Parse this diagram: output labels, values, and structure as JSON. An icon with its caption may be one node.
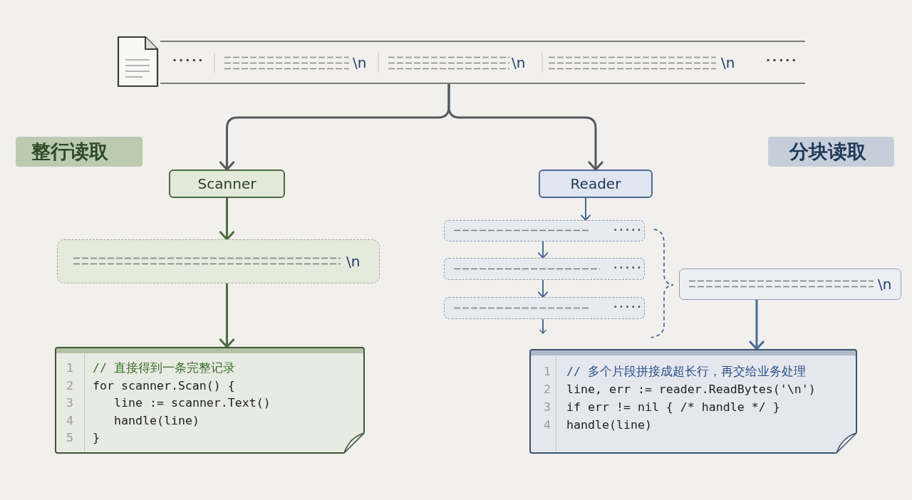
{
  "diagram": {
    "nodes": [
      {
        "text": [
          "·····",
          "\\n",
          "\\n",
          "\\n",
          "·····"
        ]
      },
      {
        "text": [
          "整行读取"
        ]
      },
      {
        "text": [
          "分块读取"
        ]
      },
      {
        "text": [
          "Scanner"
        ]
      },
      {
        "text": [
          "Reader"
        ]
      },
      {
        "text": [
          "\\n"
        ]
      },
      {
        "text": [
          "·····"
        ]
      },
      {
        "text": [
          "·····"
        ]
      },
      {
        "text": [
          "·····"
        ]
      },
      {
        "text": [
          "\\n"
        ]
      },
      {
        "text": [
          "1",
          "// 直接得到一条完整记录",
          "2",
          "for scanner.Scan() {",
          "3",
          "line := scanner.Text()",
          "4",
          "handle(line)",
          "5",
          "}"
        ]
      },
      {
        "text": [
          "1",
          "// 多个片段拼接成超长行，再交给业务处理",
          "2",
          "line, err := reader.ReadBytes('\\n')",
          "3",
          "if err != nil { /* handle */ }",
          "4",
          "handle(line)"
        ]
      }
    ],
    "edges": [
      {
        "from": 0,
        "to": 3,
        "arrow": "to",
        "color": "#55595e"
      },
      {
        "from": 0,
        "to": 4,
        "arrow": "to",
        "color": "#55595e"
      },
      {
        "from": 3,
        "to": 5,
        "arrow": "to",
        "color": "#4d6b44"
      },
      {
        "from": 5,
        "to": 10,
        "arrow": "to",
        "color": "#4d6b44"
      },
      {
        "from": 4,
        "to": 6,
        "arrow": "to"
      },
      {
        "from": 6,
        "to": 7,
        "arrow": "to"
      },
      {
        "from": 7,
        "to": 8,
        "arrow": "to"
      },
      {
        "from": 8,
        "to": null,
        "arrow": "to"
      },
      {
        "from": 9,
        "to": 11,
        "arrow": "to"
      }
    ]
  }
}
